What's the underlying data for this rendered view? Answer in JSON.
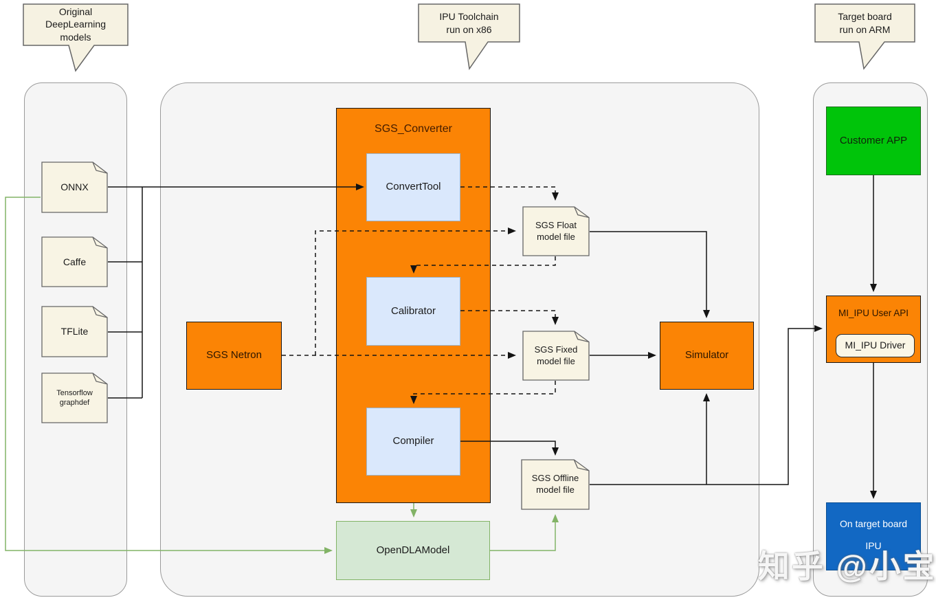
{
  "callouts": {
    "left": {
      "text": "Original\nDeepLearning\nmodels"
    },
    "middle": {
      "text": "IPU Toolchain\nrun on x86"
    },
    "right": {
      "text": "Target board\nrun on ARM"
    }
  },
  "sources": {
    "onnx": "ONNX",
    "caffe": "Caffe",
    "tflite": "TFLite",
    "tensorflow": "Tensorflow\ngraphdef"
  },
  "toolchain": {
    "converter_title": "SGS_Converter",
    "convert_tool": "ConvertTool",
    "calibrator": "Calibrator",
    "compiler": "Compiler",
    "netron": "SGS Netron",
    "float_file": "SGS Float\nmodel file",
    "fixed_file": "SGS Fixed\nmodel file",
    "offline_file": "SGS Offline\nmodel file",
    "simulator": "Simulator",
    "opendla": "OpenDLAModel"
  },
  "target": {
    "customer_app": "Customer APP",
    "user_api": "MI_IPU User API",
    "driver": "MI_IPU Driver",
    "board_line1": "On target board",
    "board_line2": "IPU"
  },
  "watermark": "知乎 @小宝",
  "colors": {
    "box_orange": "#FB8405",
    "box_light_blue": "#DAE8FC",
    "note_beige": "#F8F4E4",
    "callout_beige": "#F6F2E2",
    "customer_app_green": "#00C40A",
    "opendla_green_fill": "#D5E8D4",
    "opendla_green_border": "#82B366",
    "connector_green": "#82B366",
    "board_blue": "#1268C3",
    "container_gray": "#F5F5F5",
    "connector_black": "#141414"
  }
}
